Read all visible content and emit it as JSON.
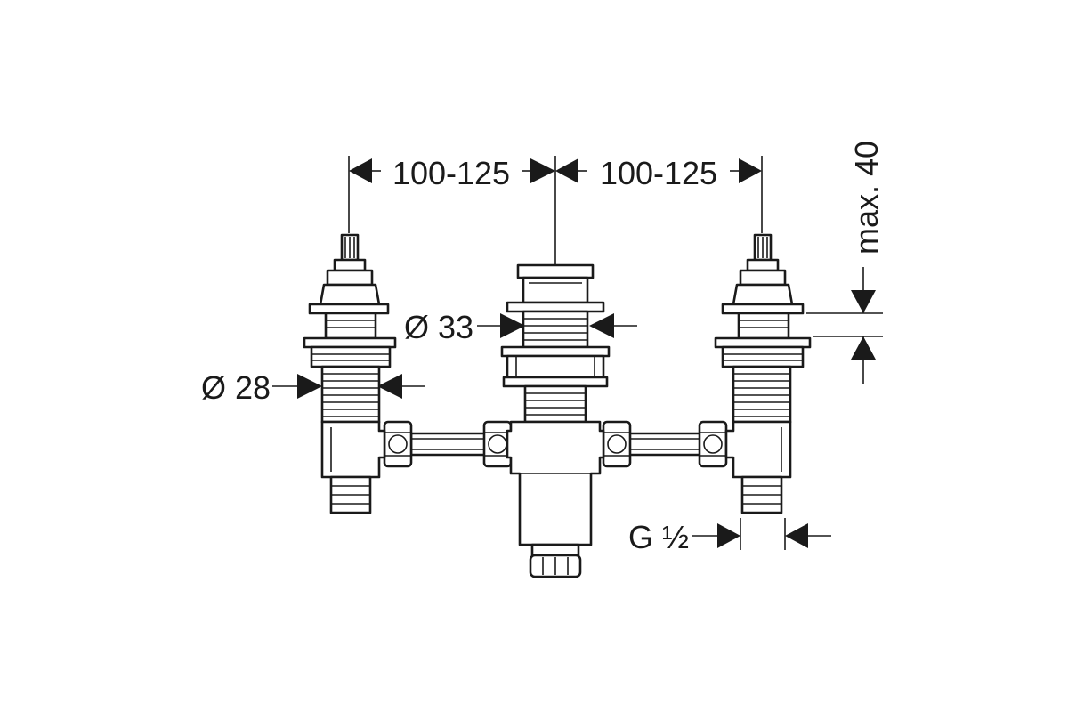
{
  "dimensions": {
    "spacing_left": "100-125",
    "spacing_right": "100-125",
    "max_height": "max. 40",
    "diameter_center": "Ø 33",
    "diameter_side": "Ø 28",
    "thread": "G ½"
  },
  "colors": {
    "line": "#1a1a1a",
    "background": "#ffffff"
  }
}
